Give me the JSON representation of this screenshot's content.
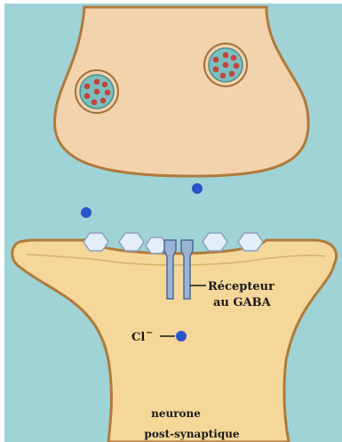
{
  "labels": {
    "receptor_line1": "Récepteur",
    "receptor_line2": "au GABA",
    "ion": "Cl",
    "ion_charge": "−",
    "neuron_line1": "neurone",
    "neuron_line2": "post-synaptique"
  },
  "colors": {
    "background": "#9fd3d6",
    "cell_fill": "#f5d79a",
    "presynaptic_fill": "#f3d2ae",
    "membrane": "#b07a3c",
    "vesicle_fill": "#7bbfbf",
    "vesicle_dot": "#c4433d",
    "ion_dot": "#2a55c9",
    "receptor": "#9bb3d4"
  },
  "icons": {
    "vesicle": "synaptic-vesicle-icon",
    "ion": "neurotransmitter-dot-icon",
    "receptor": "gaba-receptor-icon"
  }
}
